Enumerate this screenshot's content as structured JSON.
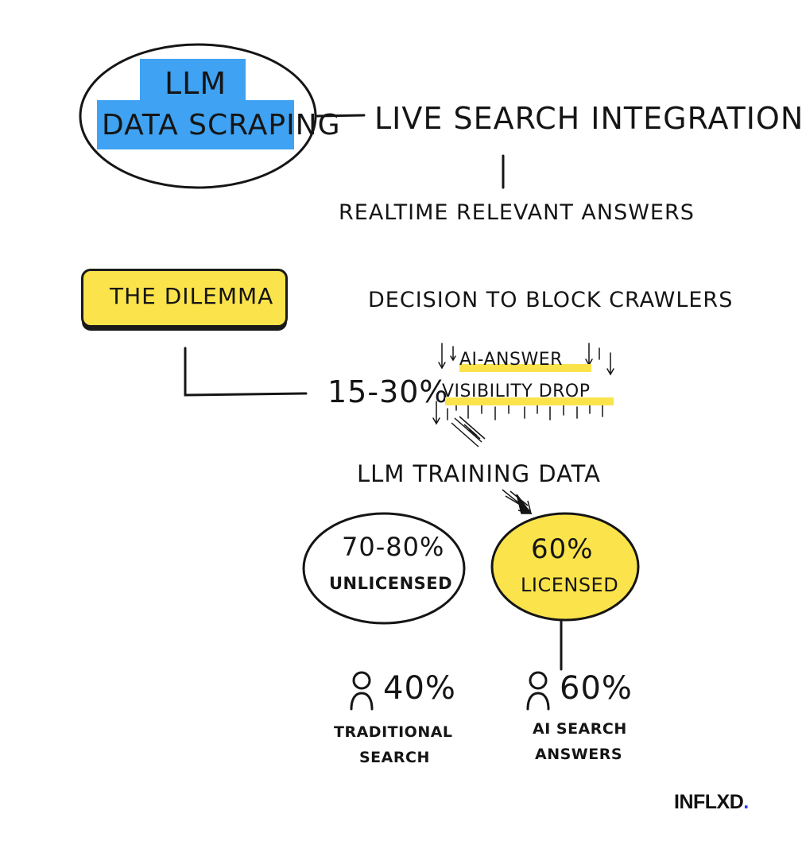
{
  "colors": {
    "ink": "#151515",
    "highlight_blue": "#3fa2f2",
    "highlight_yellow": "#fbe34b",
    "logo_dot": "#2d34ff"
  },
  "title": {
    "line1": "LLM",
    "line2": "DATA SCRAPING"
  },
  "live_search": {
    "label": "LIVE SEARCH INTEGRATION",
    "sub": "REALTIME RELEVANT ANSWERS"
  },
  "dilemma": {
    "label": "THE DILEMMA",
    "decision": "DECISION TO BLOCK CRAWLERS",
    "percent": "15-30%",
    "drop_line1": "AI-ANSWER",
    "drop_line2": "VISIBILITY DROP"
  },
  "training": {
    "label": "LLM TRAINING DATA",
    "unlicensed_value": "70-80%",
    "unlicensed_label": "UNLICENSED",
    "licensed_value": "60%",
    "licensed_label": "LICENSED"
  },
  "users": [
    {
      "value": "40%",
      "label_line1": "TRADITIONAL",
      "label_line2": "SEARCH",
      "icon": "person-icon"
    },
    {
      "value": "60%",
      "label_line1": "AI SEARCH",
      "label_line2": "ANSWERS",
      "icon": "person-icon"
    }
  ],
  "logo": {
    "text": "INFLXD",
    "dot": "."
  }
}
